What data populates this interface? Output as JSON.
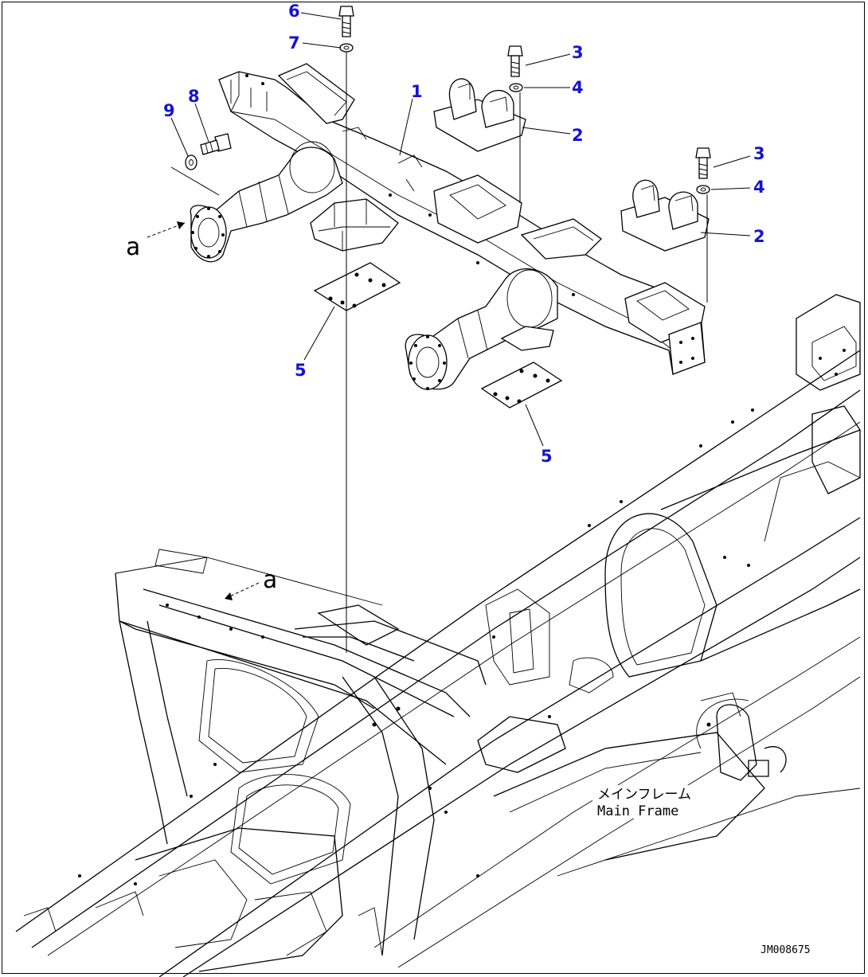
{
  "callouts": [
    {
      "id": "6",
      "label": "6"
    },
    {
      "id": "7",
      "label": "7"
    },
    {
      "id": "3a",
      "label": "3"
    },
    {
      "id": "4a",
      "label": "4"
    },
    {
      "id": "9",
      "label": "9"
    },
    {
      "id": "8",
      "label": "8"
    },
    {
      "id": "1",
      "label": "1"
    },
    {
      "id": "2a",
      "label": "2"
    },
    {
      "id": "3b",
      "label": "3"
    },
    {
      "id": "4b",
      "label": "4"
    },
    {
      "id": "2b",
      "label": "2"
    },
    {
      "id": "5a",
      "label": "5"
    },
    {
      "id": "5b",
      "label": "5"
    }
  ],
  "reference_marks": [
    "a",
    "a"
  ],
  "caption": {
    "japanese": "メインフレーム",
    "english": "Main Frame"
  },
  "document_id": "JM008675",
  "colors": {
    "callout": "#1414d2",
    "line": "#000000",
    "background": "#ffffff"
  }
}
